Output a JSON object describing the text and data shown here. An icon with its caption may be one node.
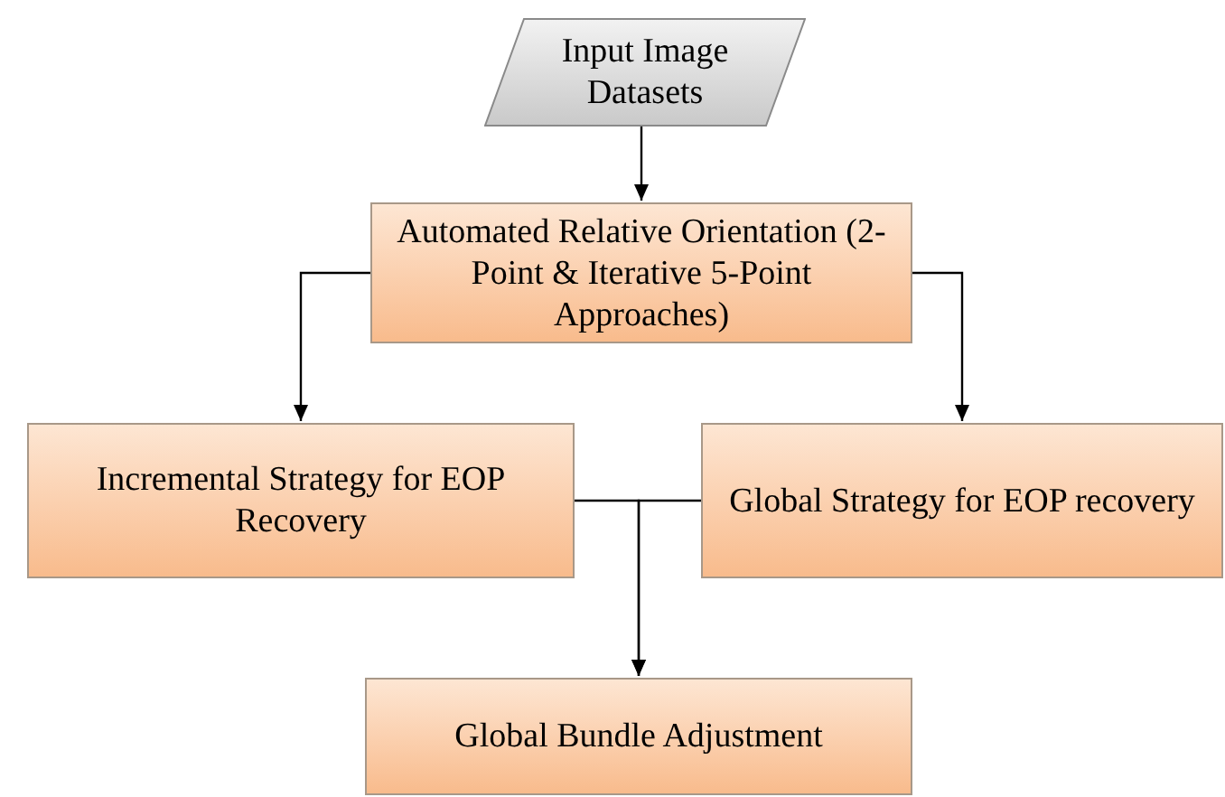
{
  "diagram": {
    "nodes": [
      {
        "text": [
          "Input Image Datasets"
        ]
      },
      {
        "text": [
          "Automated Relative Orientation (2-Point & Iterative 5-Point Approaches)"
        ]
      },
      {
        "text": [
          "Incremental Strategy for EOP Recovery"
        ]
      },
      {
        "text": [
          "Global Strategy for EOP recovery"
        ]
      },
      {
        "text": [
          "Global Bundle Adjustment"
        ]
      }
    ],
    "edges": [
      {
        "from": 0,
        "to": 1,
        "arrow": "to"
      },
      {
        "from": 1,
        "to": 2,
        "arrow": "to"
      },
      {
        "from": 1,
        "to": 3,
        "arrow": "to"
      },
      {
        "from": 2,
        "to": 4,
        "arrow": "to"
      },
      {
        "from": 3,
        "to": 4,
        "arrow": "to"
      }
    ]
  }
}
